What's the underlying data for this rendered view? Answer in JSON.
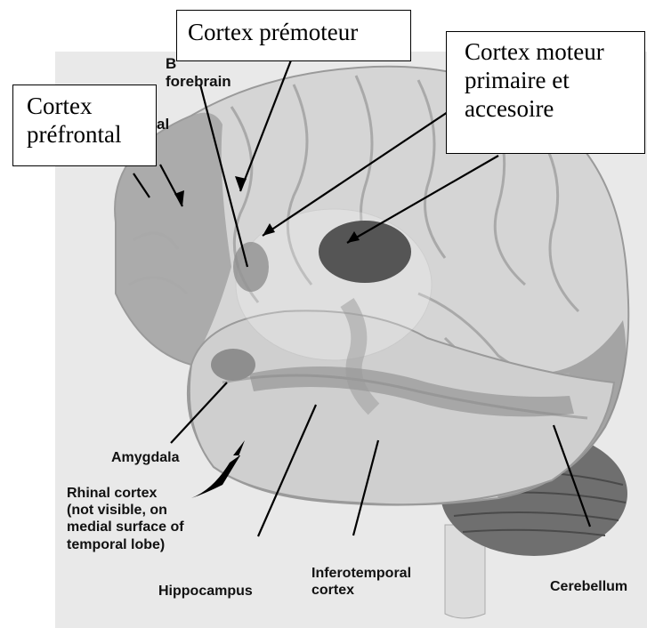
{
  "callouts": {
    "premotor": "Cortex prémoteur",
    "primary_motor": [
      "Cortex moteur",
      "primaire et",
      "accesoire"
    ],
    "prefrontal": [
      "Cortex",
      "préfrontal"
    ]
  },
  "labels": {
    "basal_forebrain": [
      "B",
      "forebrain"
    ],
    "prefrontal_partial": "al",
    "amygdala": "Amygdala",
    "rhinal_cortex": [
      "Rhinal cortex",
      "(not visible, on",
      "medial surface of",
      "temporal lobe)"
    ],
    "hippocampus": "Hippocampus",
    "inferotemporal": [
      "Inferotemporal",
      "cortex"
    ],
    "cerebellum": "Cerebellum"
  },
  "colors": {
    "background": "#e9e9e9",
    "brain": "#d6d6d6",
    "highlight": "#8e8e8e",
    "dark_region": "#555555"
  }
}
